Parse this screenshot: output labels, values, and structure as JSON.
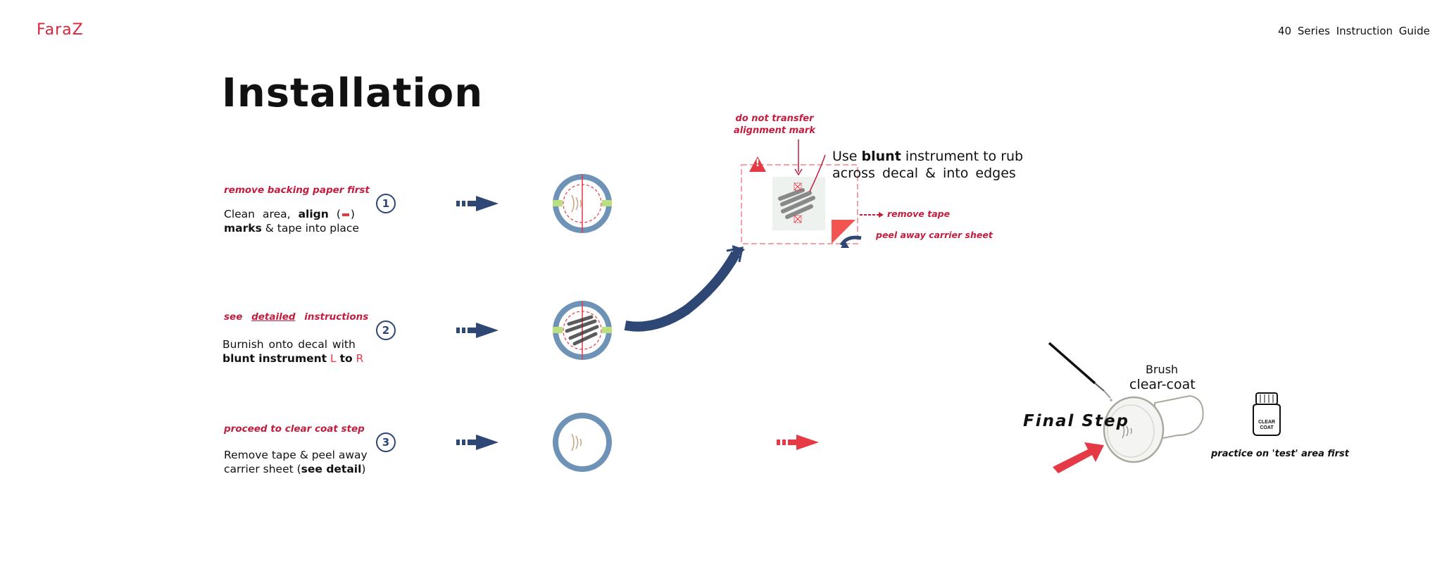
{
  "header": {
    "logo": "FaraZ",
    "guide_title": "40 Series Instruction Guide"
  },
  "page_title": "Installation",
  "steps": [
    {
      "number": "1",
      "note": "remove backing paper first",
      "line1_pre": "Clean area, ",
      "line1_bold": "align",
      "line1_post": " (",
      "line1_close": ")",
      "line2_bold": "marks",
      "line2_post": " & tape into place"
    },
    {
      "number": "2",
      "note_pre": "see",
      "note_link": "detailed",
      "note_post": "instructions",
      "line1": "Burnish onto decal with",
      "line2_bold": "blunt instrument",
      "line2_l": "L",
      "line2_to": "to",
      "line2_r": "R"
    },
    {
      "number": "3",
      "note": "proceed to clear coat step",
      "line1": "Remove tape & peel away",
      "line2_pre": "carrier sheet (",
      "line2_bold": "see detail",
      "line2_post": ")"
    }
  ],
  "detail": {
    "note_line1": "do not transfer",
    "note_line2": "alignment mark",
    "rub_line1_pre": "Use ",
    "rub_line1_bold": "blunt",
    "rub_line1_post": " instrument to rub",
    "rub_line2": "across decal & into edges",
    "remove_tape": "remove tape",
    "peel_carrier": "peel away carrier sheet",
    "warning_glyph": "!"
  },
  "final": {
    "label": "Final Step",
    "brush_label": "Brush",
    "clearcoat_label": "clear-coat",
    "bottle_label": "CLEAR COAT",
    "practice_note": "practice on 'test' area first"
  },
  "colors": {
    "navy": "#2e4774",
    "accent_red": "#c21d3f",
    "bright_red": "#e53946",
    "ring_blue": "#6f93b6",
    "tape_green": "#b9df7f"
  }
}
